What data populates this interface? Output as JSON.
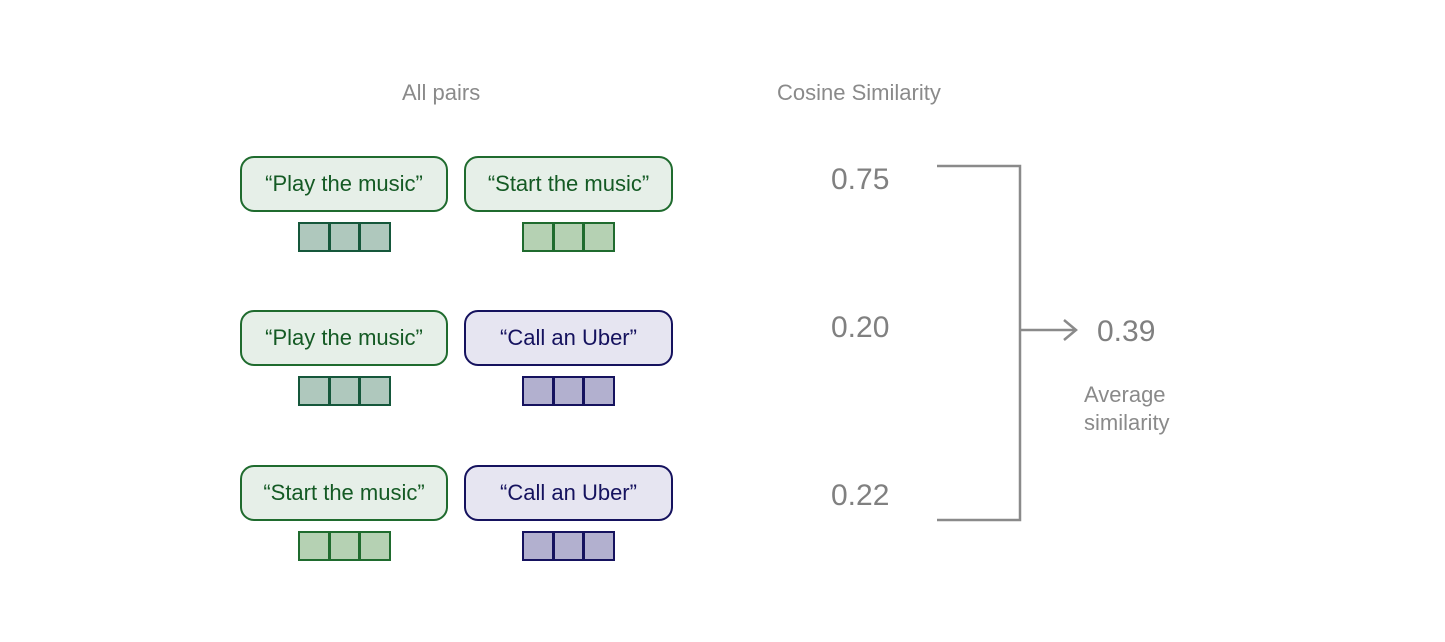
{
  "headings": {
    "pairs": "All pairs",
    "cosine": "Cosine Similarity"
  },
  "pairs": [
    {
      "left": {
        "text": "“Play the music”",
        "group": "green"
      },
      "right": {
        "text": "“Start the music”",
        "group": "green"
      },
      "score": "0.75"
    },
    {
      "left": {
        "text": "“Play the music”",
        "group": "green"
      },
      "right": {
        "text": "“Call an Uber”",
        "group": "purple"
      },
      "score": "0.20"
    },
    {
      "left": {
        "text": "“Start the music”",
        "group": "green"
      },
      "right": {
        "text": "“Call an Uber”",
        "group": "purple"
      },
      "score": "0.22"
    }
  ],
  "result": {
    "value": "0.39",
    "label_line1": "Average",
    "label_line2": "similarity"
  },
  "colors": {
    "green_border": "#1f6b2e",
    "green_fill": "#e6efe8",
    "purple_border": "#15125e",
    "purple_fill": "#e6e5f1",
    "connector": "#8a8a8a"
  }
}
